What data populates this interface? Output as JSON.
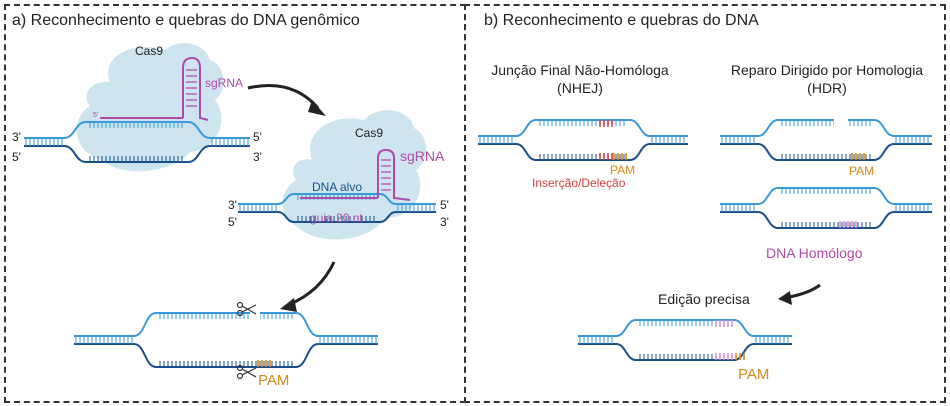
{
  "panel_a": {
    "title": "a) Reconhecimento e quebras do DNA genômico",
    "cas9_top": "Cas9",
    "sgrna_top": "sgRNA",
    "five_prime_mini": "5'",
    "strand_labels_1": {
      "tl": "3'",
      "bl": "5'",
      "tr": "5'",
      "br": "3'"
    },
    "cas9_mid": "Cas9",
    "sgrna_mid": "sgRNA",
    "dna_alvo": "DNA alvo",
    "guia": "guia 20 nt",
    "strand_labels_2": {
      "tl": "3'",
      "bl": "5'",
      "tr": "5'",
      "br": "3'"
    },
    "pam": "PAM"
  },
  "panel_b": {
    "title": "b) Reconhecimento e quebras do DNA",
    "nhej_title_1": "Junção Final Não-Homóloga",
    "nhej_title_2": "(NHEJ)",
    "hdr_title_1": "Reparo Dirigido por Homologia",
    "hdr_title_2": "(HDR)",
    "nhej_pam": "PAM",
    "insercao": "Inserção/Deleção",
    "hdr_pam": "PAM",
    "dna_homologo": "DNA Homólogo",
    "edicao": "Edição precisa",
    "final_pam": "PAM"
  },
  "colors": {
    "dna_light": "#3a9ad9",
    "dna_dark": "#1b4f8a",
    "cas9_fill": "#c9e2ee",
    "sgrna": "#b04aa8",
    "pam": "#d9891a",
    "indel": "#d93a3a",
    "homolog": "#e08fd6"
  }
}
